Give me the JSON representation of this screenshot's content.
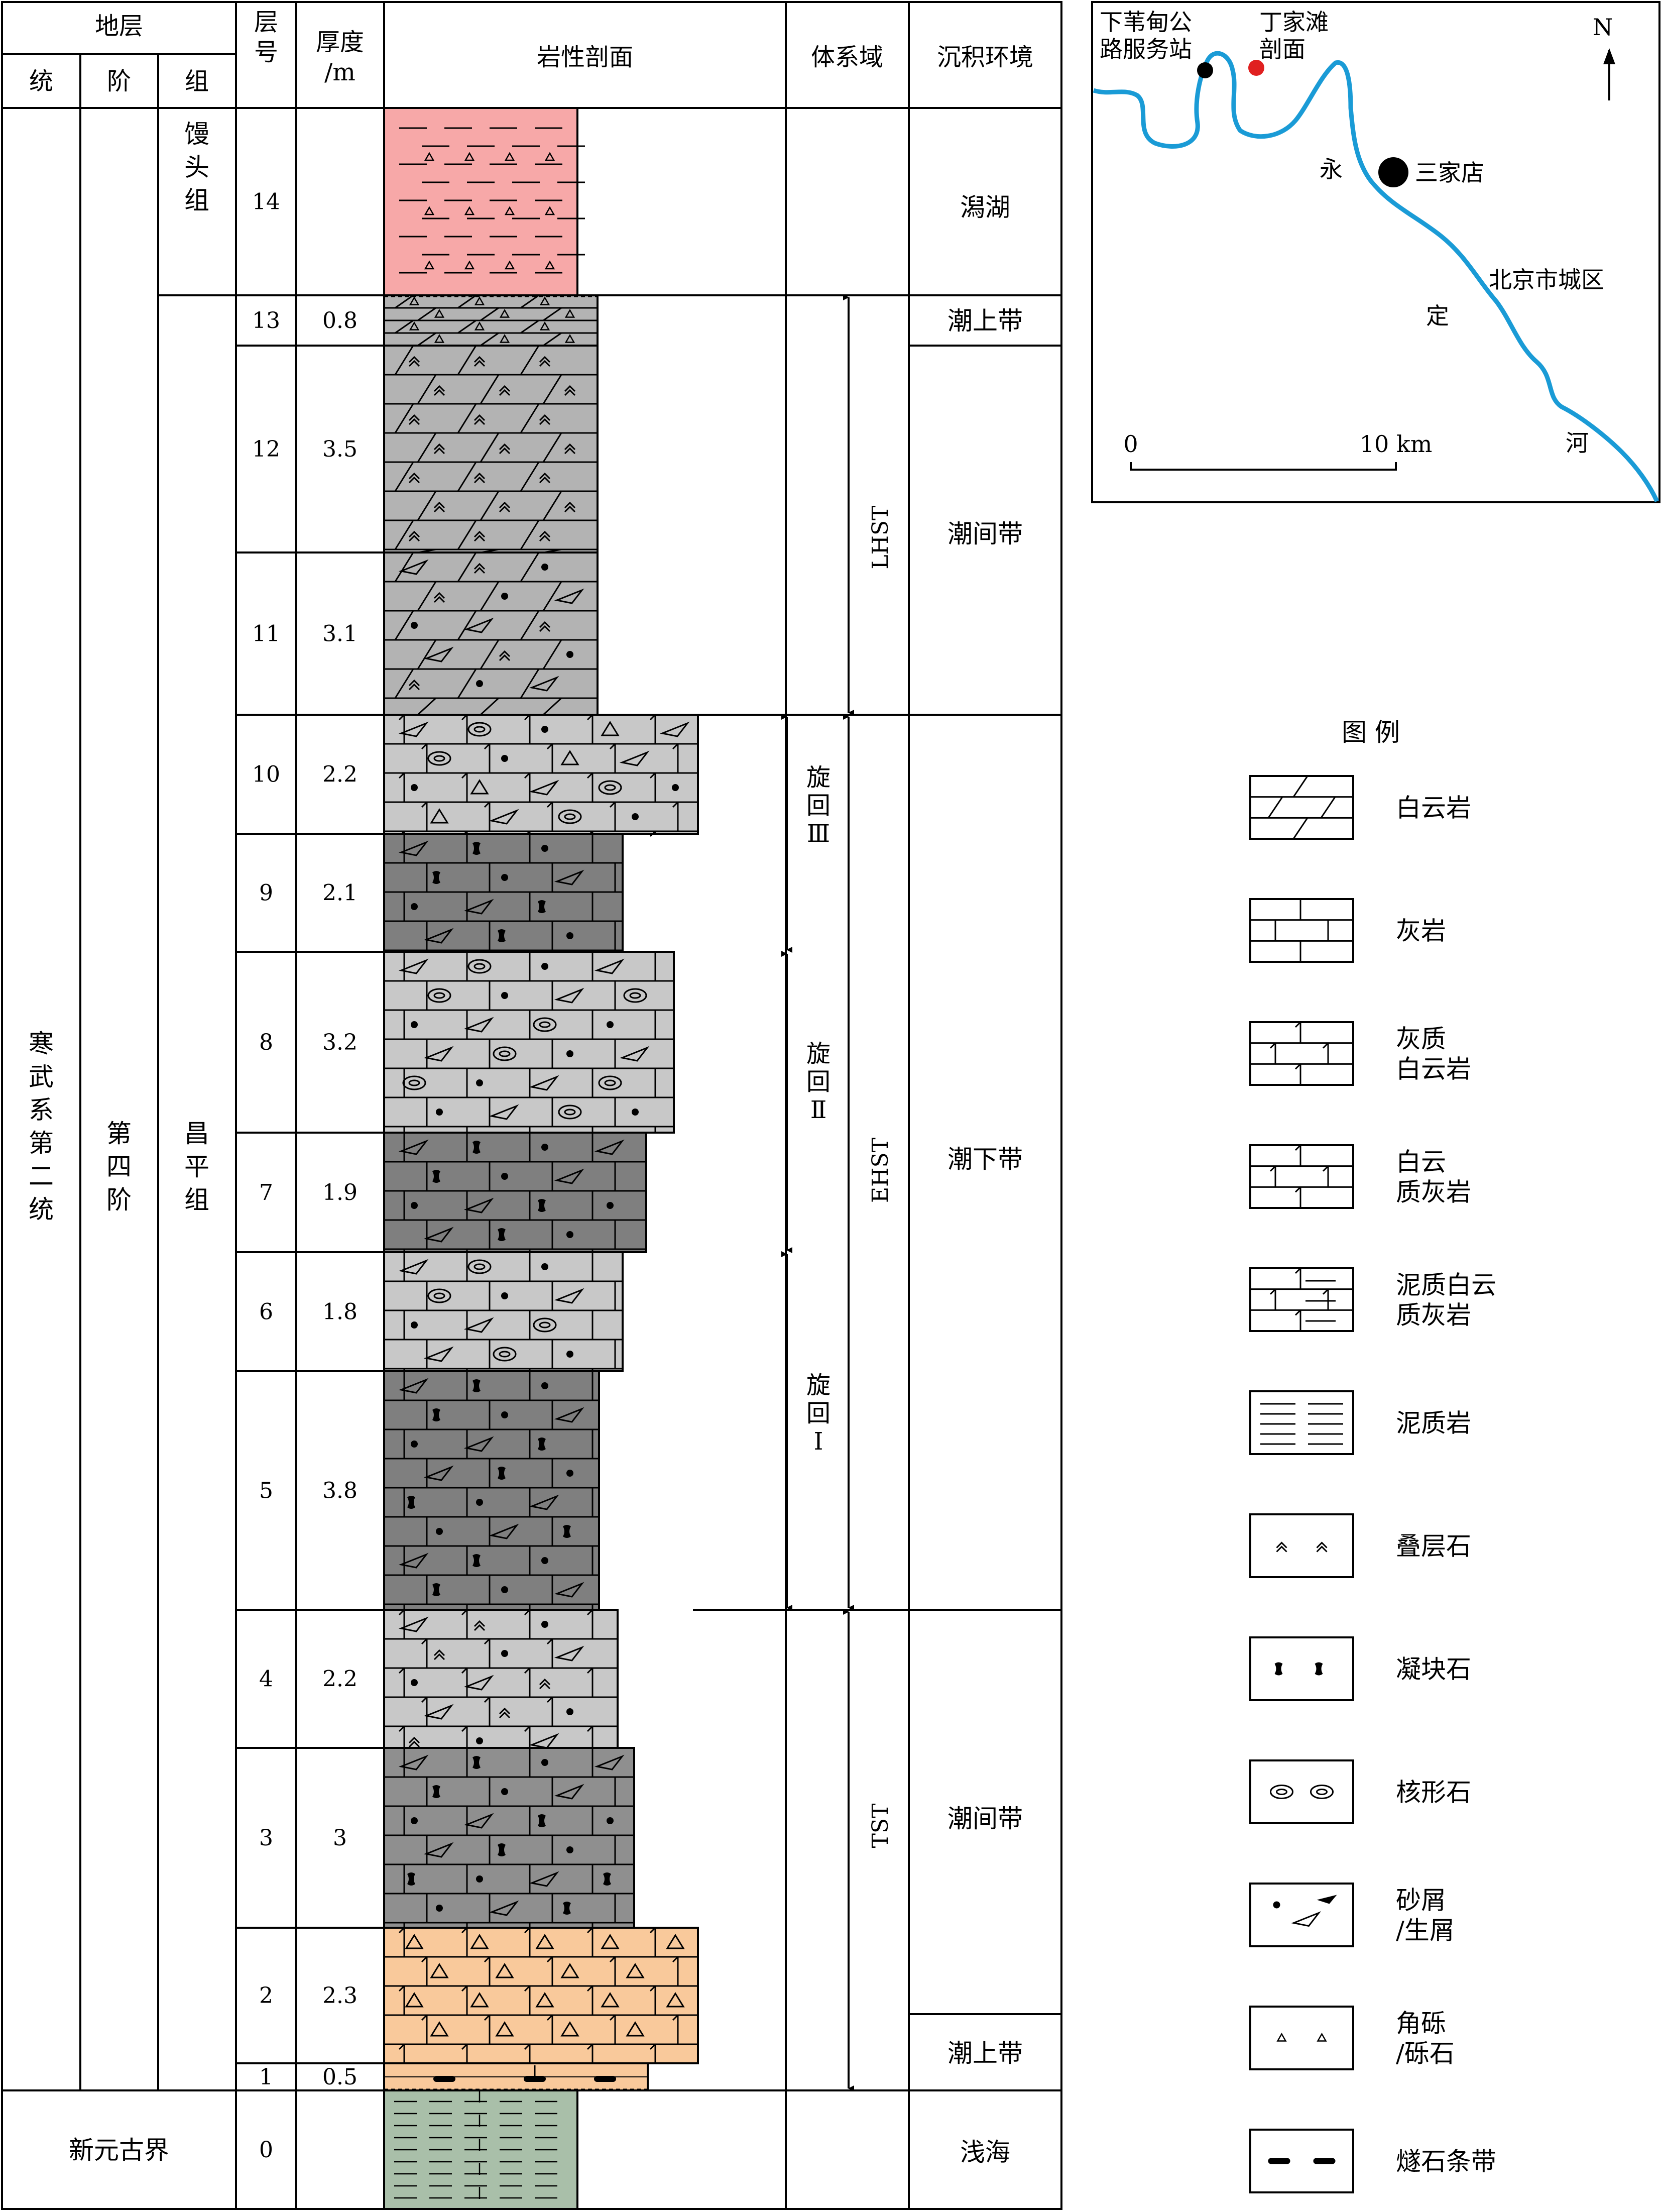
{
  "column_header": {
    "strata": "地层",
    "series": "统",
    "stage": "阶",
    "formation": "组",
    "layer_no": "层号",
    "thickness": "厚度/m",
    "lithology": "岩性剖面",
    "systems_tract": "体系域",
    "environment": "沉积环境"
  },
  "stratigraphy": {
    "series_name": "寒武系第二统",
    "stage_name": "第四阶",
    "formation_upper": "馒头组",
    "formation_lower": "昌平组",
    "basement": "新元古界"
  },
  "layers": [
    {
      "no": "14",
      "thickness": "",
      "fill": "#f7a8a8",
      "pattern": "mud-breccia"
    },
    {
      "no": "13",
      "thickness": "0.8",
      "fill": "#b3b3b3",
      "pattern": "breccia-dolomite"
    },
    {
      "no": "12",
      "thickness": "3.5",
      "fill": "#b3b3b3",
      "pattern": "stromatolite-dolomite"
    },
    {
      "no": "11",
      "thickness": "3.1",
      "fill": "#b3b3b3",
      "pattern": "bioclast-dolomite"
    },
    {
      "no": "10",
      "thickness": "2.2",
      "fill": "#c8c8c8",
      "pattern": "oncoid-limy-dolomite"
    },
    {
      "no": "9",
      "thickness": "2.1",
      "fill": "#7f7f7f",
      "pattern": "thrombolite-limestone"
    },
    {
      "no": "8",
      "thickness": "3.2",
      "fill": "#c8c8c8",
      "pattern": "oncoid-limestone"
    },
    {
      "no": "7",
      "thickness": "1.9",
      "fill": "#7f7f7f",
      "pattern": "thrombolite-limestone"
    },
    {
      "no": "6",
      "thickness": "1.8",
      "fill": "#c8c8c8",
      "pattern": "oncoid-limestone"
    },
    {
      "no": "5",
      "thickness": "3.8",
      "fill": "#7f7f7f",
      "pattern": "thrombolite-limestone"
    },
    {
      "no": "4",
      "thickness": "2.2",
      "fill": "#c8c8c8",
      "pattern": "bioclast-dolomitic-limestone"
    },
    {
      "no": "3",
      "thickness": "3",
      "fill": "#8f8f8f",
      "pattern": "thrombolite-limestone"
    },
    {
      "no": "2",
      "thickness": "2.3",
      "fill": "#f9c99b",
      "pattern": "breccia-limy-dolomite"
    },
    {
      "no": "1",
      "thickness": "0.5",
      "fill": "#f9c99b",
      "pattern": "chert-band"
    },
    {
      "no": "0",
      "thickness": "",
      "fill": "#a9bfa9",
      "pattern": "argillaceous-limestone"
    }
  ],
  "systems_tracts": [
    "LHST",
    "EHST",
    "TST"
  ],
  "cycles": [
    "旋回Ⅲ",
    "旋回Ⅱ",
    "旋回Ⅰ"
  ],
  "environments": [
    "潟湖",
    "潮上带",
    "潮间带",
    "潮下带",
    "潮间带",
    "潮上带",
    "浅海"
  ],
  "map": {
    "north": "N",
    "river_color": "#1a9bd6",
    "service_station": "下苇甸公路服务站",
    "section": "丁家滩剖面",
    "section_color": "#e02020",
    "town": "三家店",
    "city": "北京市城区",
    "river_chars": [
      "永",
      "定",
      "河"
    ],
    "scale_zero": "0",
    "scale_end": "10 km"
  },
  "legend": {
    "title": "图 例",
    "items": [
      {
        "label": "白云岩",
        "icon": "dolomite-icon"
      },
      {
        "label": "灰岩",
        "icon": "limestone-icon"
      },
      {
        "label": "灰质白云岩",
        "icon": "limy-dolomite-icon"
      },
      {
        "label": "白云质灰岩",
        "icon": "dolomitic-limestone-icon"
      },
      {
        "label": "泥质白云质灰岩",
        "icon": "argillaceous-dolomitic-limestone-icon"
      },
      {
        "label": "泥质岩",
        "icon": "mudstone-icon"
      },
      {
        "label": "叠层石",
        "icon": "stromatolite-icon"
      },
      {
        "label": "凝块石",
        "icon": "thrombolite-icon"
      },
      {
        "label": "核形石",
        "icon": "oncoid-icon"
      },
      {
        "label": "砂屑/生屑",
        "icon": "bioclast-icon"
      },
      {
        "label": "角砾/砾石",
        "icon": "breccia-icon"
      },
      {
        "label": "燧石条带",
        "icon": "chert-band-icon"
      }
    ]
  }
}
